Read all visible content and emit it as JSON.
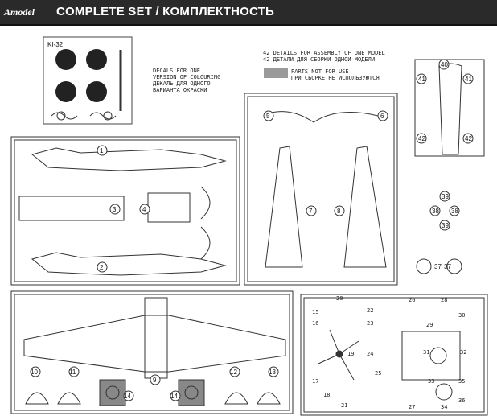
{
  "header": {
    "brand": "Amodel",
    "title": "COMPLETE SET / КОМПЛЕКТНОСТЬ"
  },
  "decals": {
    "sheet_label": "KI-32",
    "caption_en_1": "DECALS FOR ONE",
    "caption_en_2": "VERSION OF COLOURING",
    "caption_ru_1": "ДЕКАЛЬ ДЛЯ ОДНОГО",
    "caption_ru_2": "ВАРИАНТА ОКРАСКИ"
  },
  "info": {
    "details_en": "42 DETAILS FOR ASSEMBLY OF ONE MODEL",
    "details_ru": "42 ДЕТАЛИ ДЛЯ СБОРКИ ОДНОЙ МОДЕЛИ",
    "legend_en": "PARTS NOT FOR USE",
    "legend_ru": "ПРИ СБОРКЕ НЕ ИСПОЛЬЗУЮТСЯ",
    "legend_color": "#9a9a9a"
  },
  "part_numbers": [
    "1",
    "2",
    "3",
    "4",
    "5",
    "6",
    "7",
    "8",
    "9",
    "10",
    "11",
    "12",
    "13",
    "14",
    "14",
    "15",
    "16",
    "17",
    "18",
    "19",
    "20",
    "21",
    "22",
    "23",
    "24",
    "25",
    "26",
    "27",
    "28",
    "29",
    "30",
    "31",
    "32",
    "33",
    "34",
    "35",
    "36",
    "37",
    "37",
    "38",
    "38",
    "39",
    "39",
    "40",
    "41",
    "41",
    "42",
    "42"
  ]
}
